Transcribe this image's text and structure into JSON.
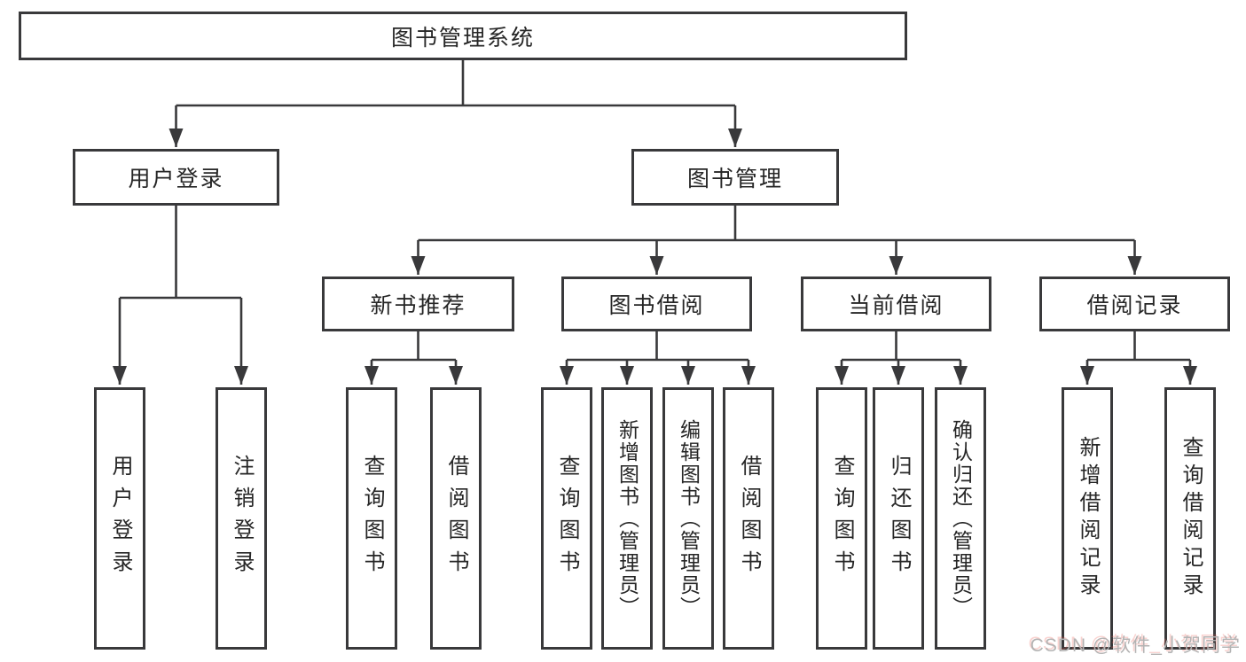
{
  "root": {
    "label": "图书管理系统"
  },
  "user_login": {
    "label": "用户登录",
    "leaves": [
      "用户登录",
      "注销登录"
    ]
  },
  "book_mgmt": {
    "label": "图书管理"
  },
  "modules": {
    "new_books": {
      "label": "新书推荐",
      "leaves": [
        "查询图书",
        "借阅图书"
      ]
    },
    "book_borrow": {
      "label": "图书借阅",
      "leaves": [
        "查询图书",
        "新增图书（管理员）",
        "编辑图书（管理员）",
        "借阅图书"
      ]
    },
    "current_borrow": {
      "label": "当前借阅",
      "leaves": [
        "查询图书",
        "归还图书",
        "确认归还（管理员）"
      ]
    },
    "borrow_records": {
      "label": "借阅记录",
      "leaves": [
        "新增借阅记录",
        "查询借阅记录"
      ]
    }
  },
  "watermark": "CSDN @软件_小贺同学",
  "colors": {
    "line": "#39393b",
    "text": "#262626",
    "watermark": "#b3b3b3",
    "bg": "#ffffff"
  }
}
